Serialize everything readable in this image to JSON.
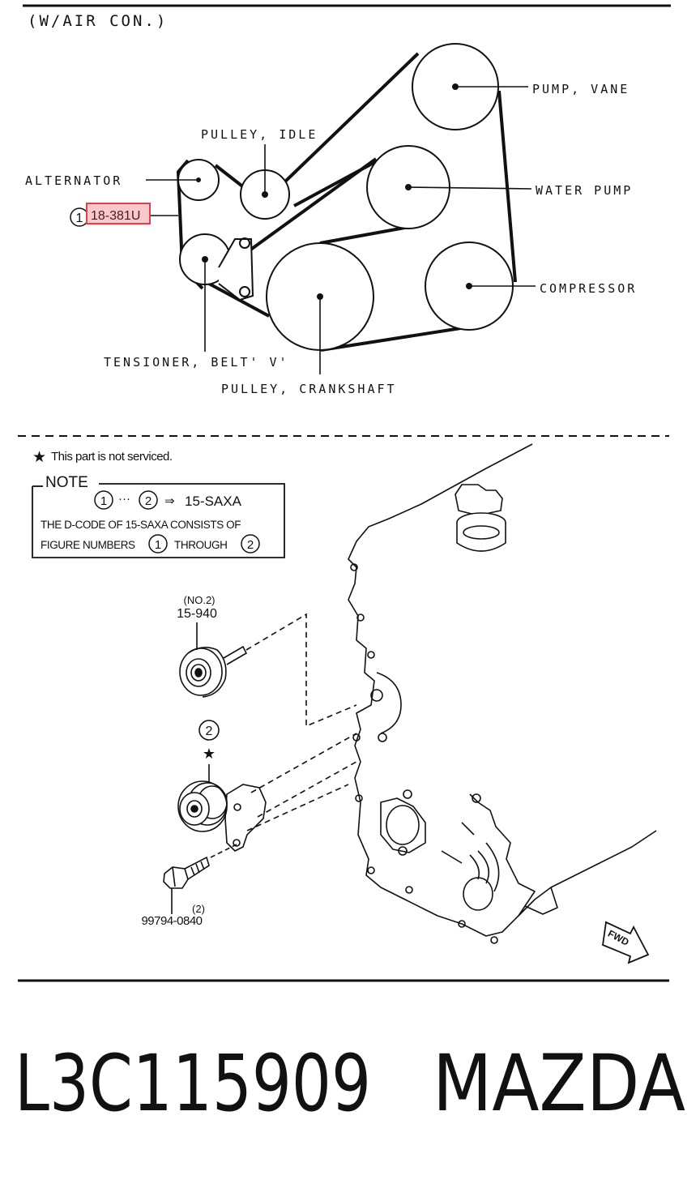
{
  "top_diagram": {
    "header": "(W/AIR  CON.)",
    "labels": {
      "pump_vane": "PUMP, VANE",
      "pulley_idle": "PULLEY, IDLE",
      "alternator": "ALTERNATOR",
      "water_pump": "WATER  PUMP",
      "compressor": "COMPRESSOR",
      "tensioner": "TENSIONER, BELT' V'",
      "crankshaft": "PULLEY, CRANKSHAFT"
    },
    "callout": {
      "number": "1",
      "code": "18-381U"
    }
  },
  "bottom_diagram": {
    "star_note": "This part is not serviced.",
    "note_box": {
      "title": "NOTE",
      "range_from": "1",
      "range_sep": "···",
      "range_to": "2",
      "arrow": "⇒",
      "range_code": "15-SAXA",
      "line2": "THE D-CODE OF 15-SAXA CONSISTS OF",
      "line3_prefix": "FIGURE NUMBERS",
      "line3_from": "1",
      "line3_mid": "THROUGH",
      "line3_to": "2"
    },
    "part_idle": {
      "qty": "(NO.2)",
      "code": "15-940"
    },
    "part_tensioner": {
      "number": "2"
    },
    "part_bolt": {
      "qty": "(2)",
      "code": "99794-0840"
    },
    "fwd": "FWD"
  },
  "footer": {
    "part_number": "L3C115909",
    "brand": "MAZDA"
  },
  "colors": {
    "ink": "#111111",
    "highlight_border": "#e0424b",
    "highlight_fill": "#f7c9cc"
  }
}
